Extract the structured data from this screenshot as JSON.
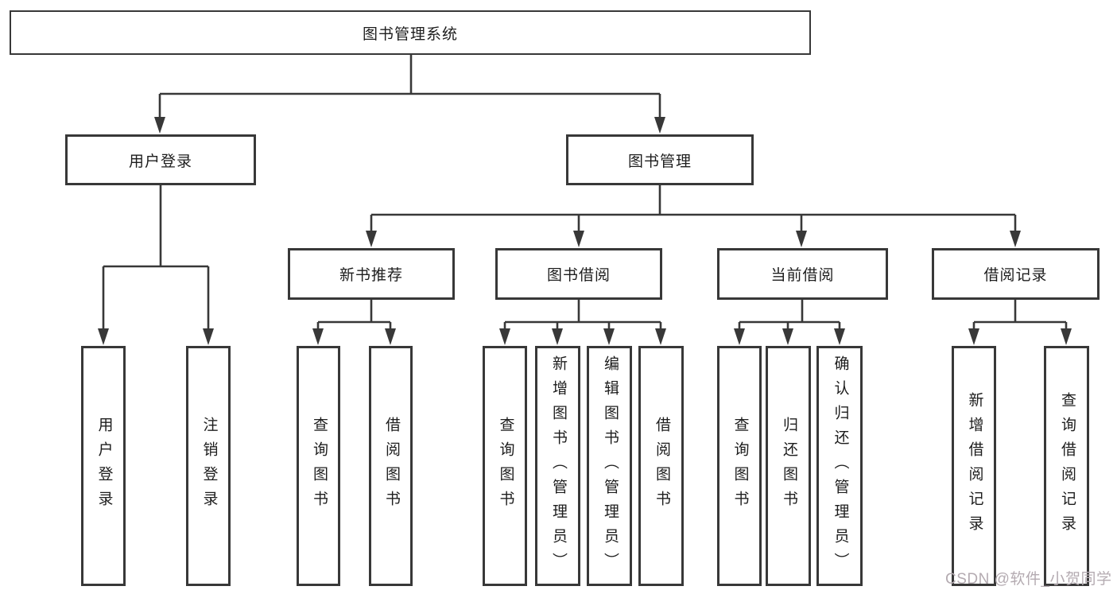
{
  "title": "图书管理系统",
  "branches": [
    {
      "label": "用户登录",
      "children": [
        {
          "label": "用户登录"
        },
        {
          "label": "注销登录"
        }
      ]
    },
    {
      "label": "图书管理",
      "sections": [
        {
          "label": "新书推荐",
          "children": [
            {
              "label": "查询图书"
            },
            {
              "label": "借阅图书"
            }
          ]
        },
        {
          "label": "图书借阅",
          "children": [
            {
              "label": "查询图书"
            },
            {
              "label": "新增图书（管理员）"
            },
            {
              "label": "编辑图书（管理员）"
            },
            {
              "label": "借阅图书"
            }
          ]
        },
        {
          "label": "当前借阅",
          "children": [
            {
              "label": "查询图书"
            },
            {
              "label": "归还图书"
            },
            {
              "label": "确认归还（管理员）"
            }
          ]
        },
        {
          "label": "借阅记录",
          "children": [
            {
              "label": "新增借阅记录"
            },
            {
              "label": "查询借阅记录"
            }
          ]
        }
      ]
    }
  ],
  "watermark": "CSDN @软件_小贺同学",
  "colors": {
    "line": "#383838",
    "box_border": "#383838",
    "text": "#1d1d1d",
    "watermark": "#b4abb1",
    "background": "#ffffff"
  }
}
